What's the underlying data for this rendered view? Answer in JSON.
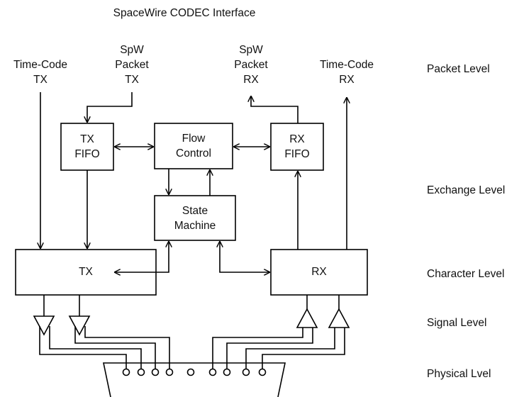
{
  "title": "SpaceWire CODEC Interface",
  "inputs": {
    "timecode_tx": [
      "Time-Code",
      "TX"
    ],
    "spw_packet_tx": [
      "SpW",
      "Packet",
      "TX"
    ],
    "spw_packet_rx": [
      "SpW",
      "Packet",
      "RX"
    ],
    "timecode_rx": [
      "Time-Code",
      "RX"
    ]
  },
  "blocks": {
    "tx_fifo": [
      "TX",
      "FIFO"
    ],
    "flow_control": [
      "Flow",
      "Control"
    ],
    "rx_fifo": [
      "RX",
      "FIFO"
    ],
    "state_machine": [
      "State",
      "Machine"
    ],
    "tx": [
      "TX"
    ],
    "rx": [
      "RX"
    ]
  },
  "levels": {
    "packet": "Packet Level",
    "exchange": "Exchange Level",
    "character": "Character Level",
    "signal": "Signal Level",
    "physical": "Physical Lvel"
  }
}
